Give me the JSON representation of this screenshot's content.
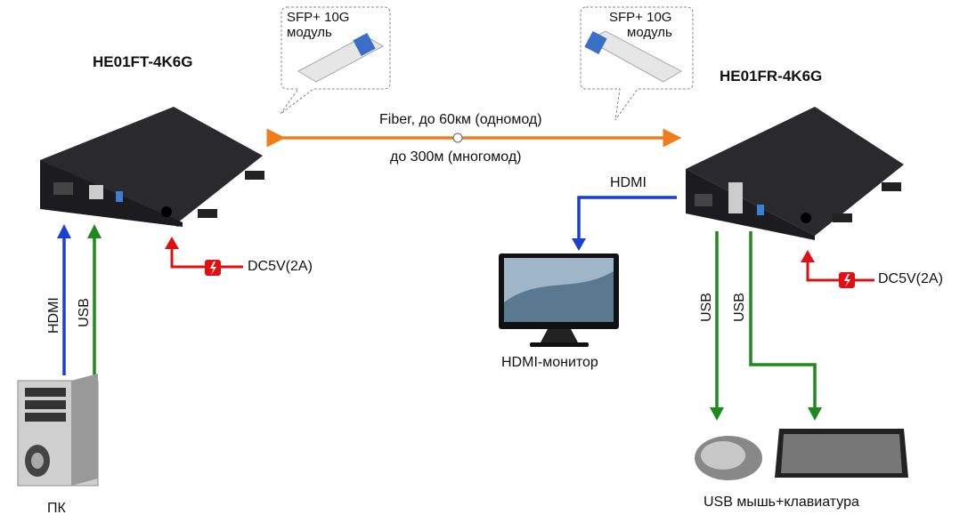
{
  "transmitter": {
    "model": "HE01FT-4K6G",
    "power": "DC5V(2A)"
  },
  "receiver": {
    "model": "HE01FR-4K6G",
    "power": "DC5V(2A)"
  },
  "sfp_left": {
    "line1": "SFP+ 10G",
    "line2": "модуль"
  },
  "sfp_right": {
    "line1": "SFP+ 10G",
    "line2": "модуль"
  },
  "fiber": {
    "line1": "Fiber, до 60км (одномод)",
    "line2": "до 300м (многомод)"
  },
  "pc": {
    "label": "ПК",
    "hdmi": "HDMI",
    "usb": "USB"
  },
  "monitor": {
    "label": "HDMI-монитор",
    "hdmi": "HDMI"
  },
  "peripherals": {
    "label": "USB мышь+клавиатура",
    "usb1": "USB",
    "usb2": "USB"
  },
  "colors": {
    "fiber": "#f07c1a",
    "hdmi": "#1a3fd1",
    "usb": "#1e8a1e",
    "power": "#e01010",
    "device": "#1c1c1e"
  }
}
